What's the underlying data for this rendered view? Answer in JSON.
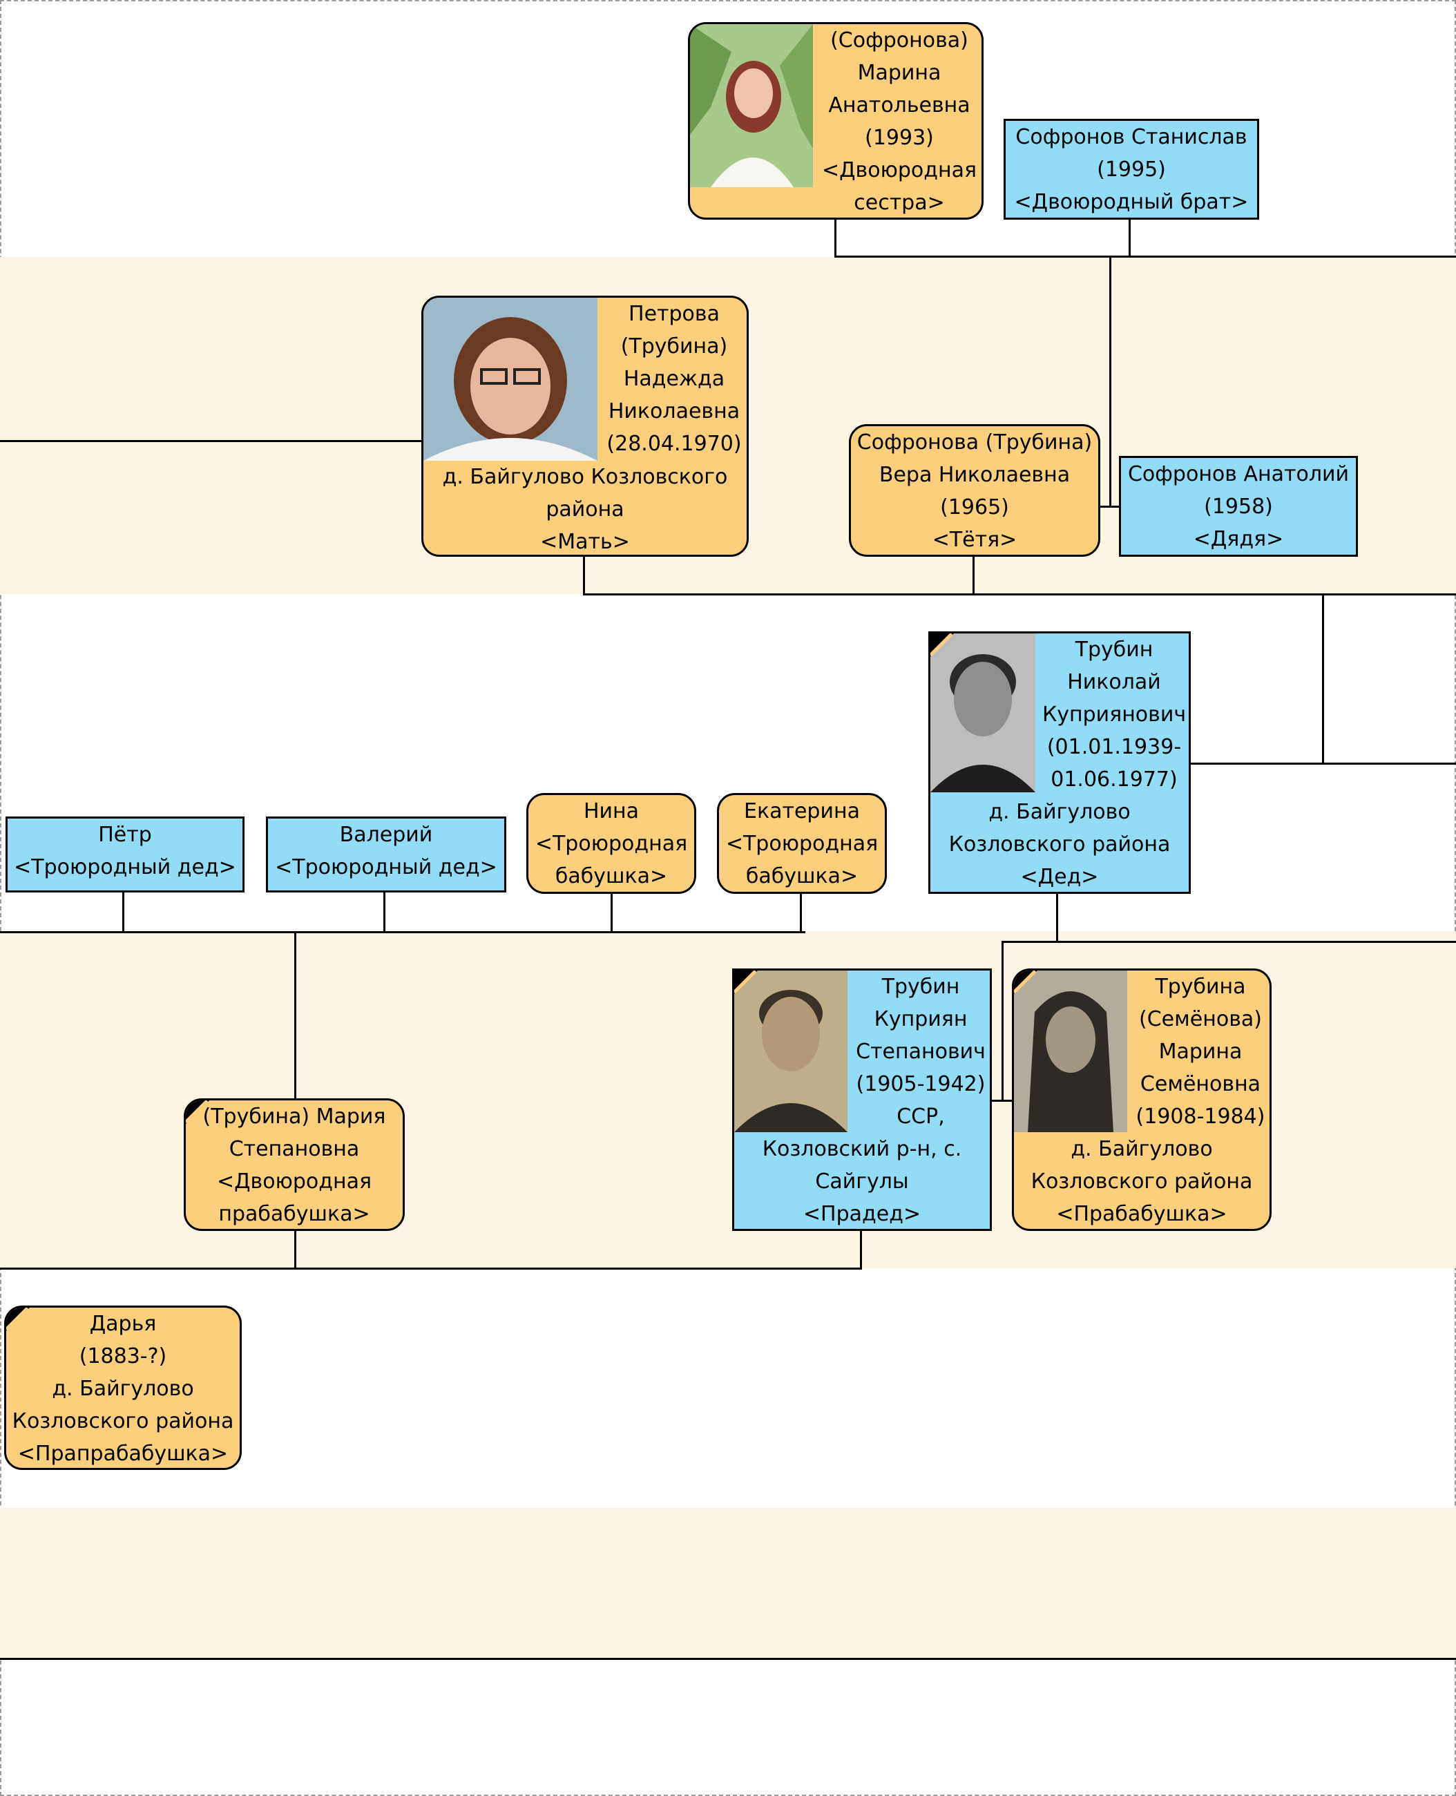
{
  "tree": {
    "people": {
      "marina_sofronova": {
        "name": "(Софронова) Марина Анатольевна",
        "years": "(1993)",
        "relation": "<Двоюродная сестра>"
      },
      "stanislav_sofronov": {
        "name": "Софронов Станислав",
        "years": "(1995)",
        "relation": "<Двоюродный брат>"
      },
      "nadezhda_petrova": {
        "name": "Петрова (Трубина) Надежда Николаевна",
        "years": "(28.04.1970)",
        "place": "д.  Байгулово Козловского района",
        "relation": "<Мать>"
      },
      "vera_sofronova": {
        "name": "Софронова (Трубина) Вера Николаевна",
        "years": "(1965)",
        "relation": "<Тётя>"
      },
      "anatoliy_sofronov": {
        "name": "Софронов Анатолий",
        "years": "(1958)",
        "relation": "<Дядя>"
      },
      "nikolay_trubin": {
        "name": "Трубин Николай Куприянович",
        "years": "(01.01.1939-01.06.1977)",
        "place": "д.  Байгулово Козловского района",
        "relation": "<Дед>"
      },
      "petr": {
        "name": "Пётр",
        "relation": "<Троюродный дед>"
      },
      "valeriy": {
        "name": "Валерий",
        "relation": "<Троюродный дед>"
      },
      "nina": {
        "name": "Нина",
        "relation": "<Троюродная бабушка>"
      },
      "ekaterina": {
        "name": "Екатерина",
        "relation": "<Троюродная бабушка>"
      },
      "kupriyan_trubin": {
        "name": "Трубин Куприян Степанович",
        "years": "(1905-1942)",
        "place": "ССР, Козловский р-н, с. Сайгулы",
        "relation": "<Прадед>"
      },
      "marina_trubina": {
        "name": "Трубина (Семёнова) Марина Семёновна",
        "years": "(1908-1984)",
        "place": "д.  Байгулово Козловского района",
        "relation": "<Прабабушка>"
      },
      "mariya_trubina": {
        "name": "(Трубина) Мария Степановна",
        "relation": "<Двоюродная прабабушка>"
      },
      "darya": {
        "name": "Дарья",
        "years": "(1883-?)",
        "place": "д.  Байгулово Козловского района",
        "relation": "<Прапрабабушка>"
      }
    },
    "colors": {
      "female_card": "#fbcf7b",
      "male_card": "#93dcf7",
      "generation_band": "#fdf5e4",
      "connector": "#000000"
    },
    "icons": {
      "deceased_marker": "black-ribbon-corner-icon",
      "portrait": "portrait-photo"
    }
  }
}
